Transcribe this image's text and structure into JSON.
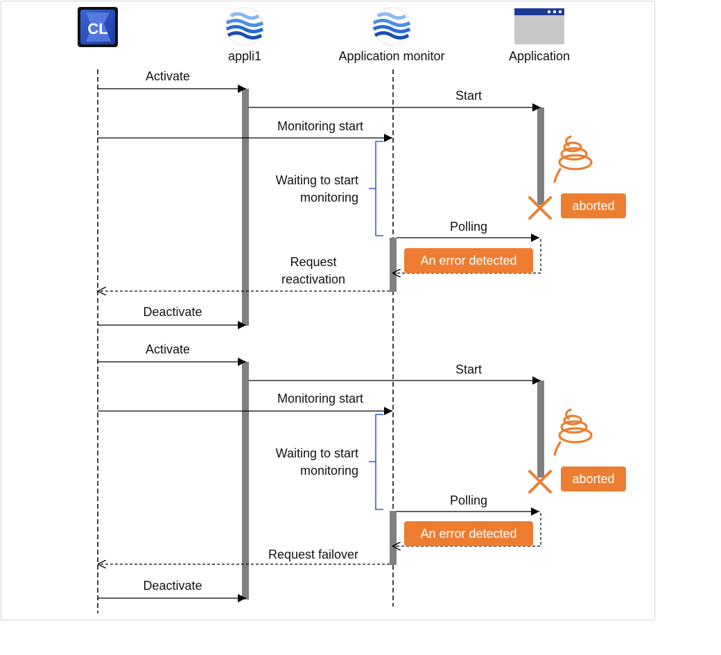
{
  "participants": {
    "cluster_icon_text": "CL",
    "appli1": "appli1",
    "monitor": "Application monitor",
    "application": "Application"
  },
  "cycle1": {
    "activate": "Activate",
    "start": "Start",
    "monitoring_start": "Monitoring start",
    "waiting": [
      "Waiting to start",
      "monitoring"
    ],
    "aborted": "aborted",
    "polling": "Polling",
    "error": "An error detected",
    "request": [
      "Request",
      "reactivation"
    ],
    "deactivate": "Deactivate"
  },
  "cycle2": {
    "activate": "Activate",
    "start": "Start",
    "monitoring_start": "Monitoring start",
    "waiting": [
      "Waiting to start",
      "monitoring"
    ],
    "aborted": "aborted",
    "polling": "Polling",
    "error": "An error detected",
    "request": "Request failover",
    "deactivate": "Deactivate"
  },
  "colors": {
    "accent_orange": "#ed7d31",
    "bracket_blue": "#2f5fd0",
    "activation_gray": "#808080"
  }
}
